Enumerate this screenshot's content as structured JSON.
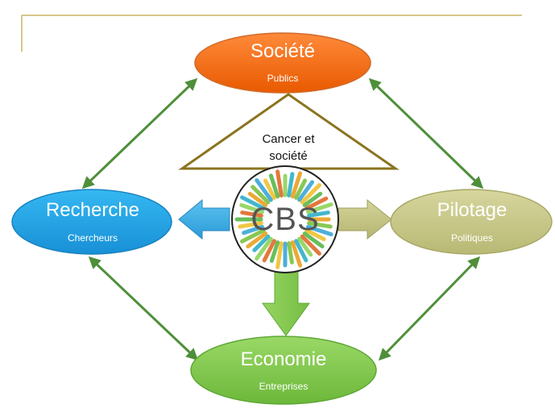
{
  "nodes": {
    "societe": {
      "title": "Société",
      "subtitle": "Publics"
    },
    "recherche": {
      "title": "Recherche",
      "subtitle": "Chercheurs"
    },
    "pilotage": {
      "title": "Pilotage",
      "subtitle": "Politiques"
    },
    "economie": {
      "title": "Economie",
      "subtitle": "Entreprises"
    }
  },
  "triangle_label": "Cancer et société",
  "center": {
    "label": "CBS"
  },
  "colors": {
    "societe": "#ff6a00",
    "recherche": "#1fa6e6",
    "pilotage": "#c9c98a",
    "economie": "#7ec84a",
    "link_arrows": "#4e8f3a",
    "frame": "#c8b560"
  }
}
